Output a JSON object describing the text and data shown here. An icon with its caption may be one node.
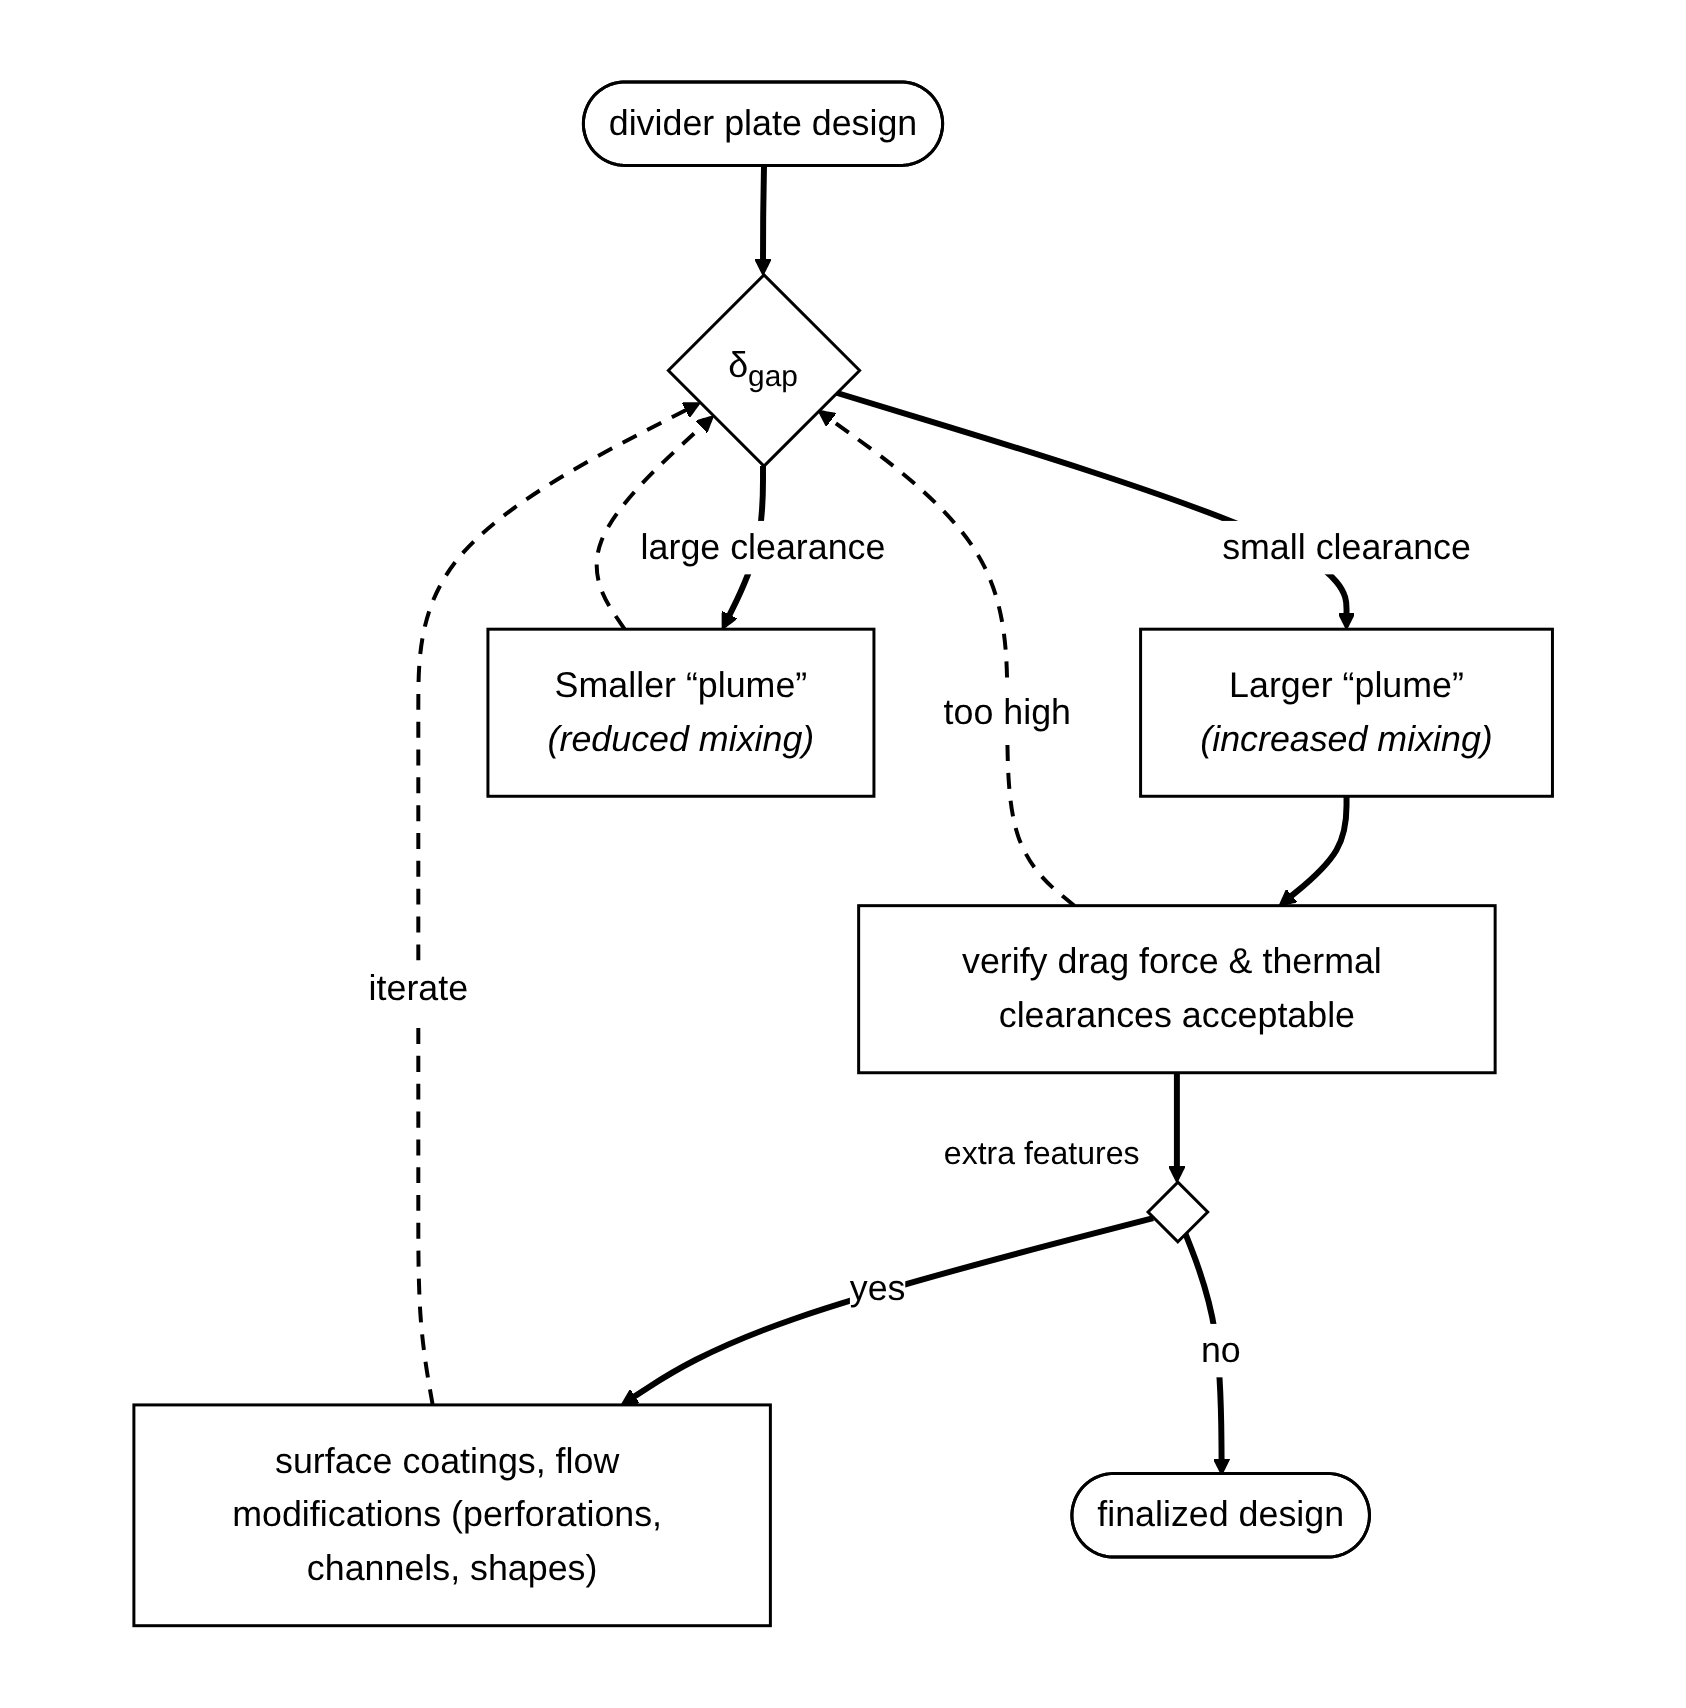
{
  "diagram": {
    "nodes": [
      {
        "text": [
          "divider plate design"
        ]
      },
      {
        "text": [
          "δ$_{gap}$"
        ]
      },
      {
        "text": [
          "Larger “plume”",
          "(increased mixing)"
        ]
      },
      {
        "text": [
          "Smaller “plume”",
          "(reduced mixing)"
        ]
      },
      {
        "text": [
          "verify drag force & thermal clearances acceptable"
        ]
      },
      {
        "text": [],
        "shape": "diamond",
        "beside": [
          "extra features"
        ]
      },
      {
        "text": [
          "surface coatings, flow modifications (perforations, channels, shapes)"
        ]
      },
      {
        "text": [
          "finalized design"
        ]
      }
    ],
    "edges": [
      {
        "from": 0,
        "to": 1,
        "arrow": "to"
      },
      {
        "from": 1,
        "to": 2,
        "arrow": "to",
        "label": "small clearance"
      },
      {
        "from": 1,
        "to": 3,
        "arrow": "to",
        "label": "large clearance"
      },
      {
        "from": 2,
        "to": 4,
        "arrow": "to"
      },
      {
        "from": 4,
        "to": 1,
        "arrow": "to",
        "label": "too high",
        "style": "dashed"
      },
      {
        "from": 3,
        "to": 1,
        "arrow": "to",
        "style": "dashed"
      },
      {
        "from": 4,
        "to": 5,
        "arrow": "to"
      },
      {
        "from": 5,
        "to": 6,
        "arrow": "to",
        "label": "yes"
      },
      {
        "from": 5,
        "to": 7,
        "arrow": "to",
        "label": "no"
      },
      {
        "from": 6,
        "to": 1,
        "arrow": "to",
        "label": "iterate",
        "style": "dashed"
      }
    ]
  }
}
